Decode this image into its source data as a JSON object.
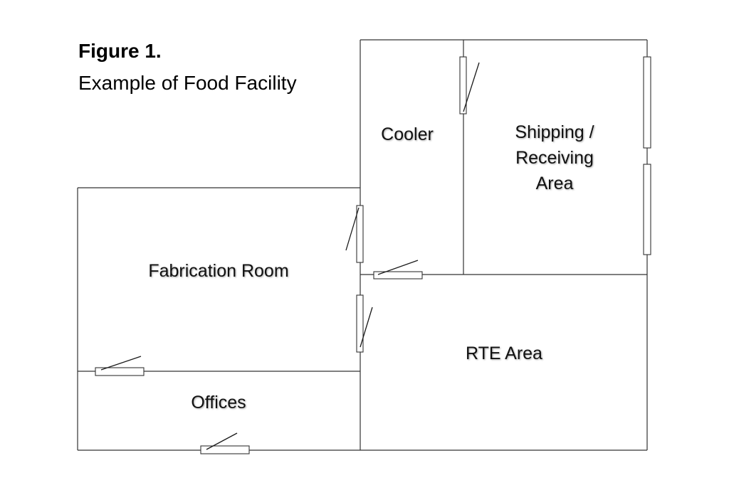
{
  "figure": {
    "title": "Figure 1.",
    "subtitle": "Example of Food Facility"
  },
  "rooms": {
    "cooler": "Cooler",
    "shipping_receiving": "Shipping /\nReceiving\nArea",
    "fabrication": "Fabrication Room",
    "rte": "RTE Area",
    "offices": "Offices"
  },
  "colors": {
    "walls": "#333333",
    "text": "#111111",
    "background": "#ffffff"
  }
}
